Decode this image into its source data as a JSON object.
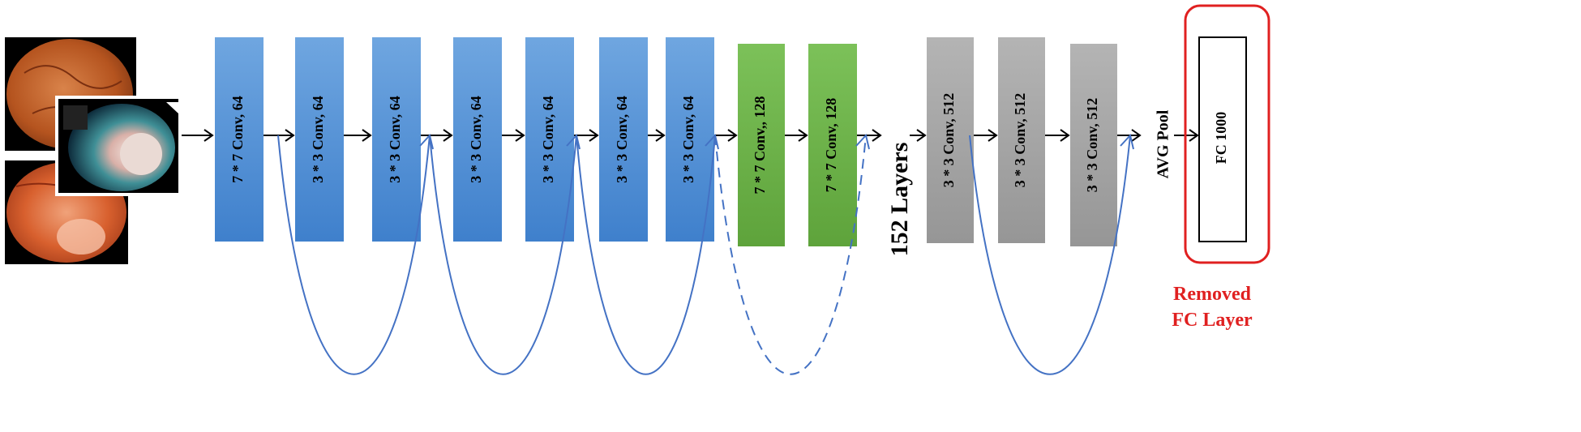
{
  "blocks": [
    {
      "label": "7 * 7 Conv, 64",
      "color": "#4a8ad2"
    },
    {
      "label": "3 * 3 Conv, 64",
      "color": "#4a8ad2"
    },
    {
      "label": "3 * 3 Conv, 64",
      "color": "#4a8ad2"
    },
    {
      "label": "3 * 3 Conv, 64",
      "color": "#4a8ad2"
    },
    {
      "label": "3 * 3 Conv, 64",
      "color": "#4a8ad2"
    },
    {
      "label": "3 * 3 Conv, 64",
      "color": "#4a8ad2"
    },
    {
      "label": "3 * 3 Conv, 64",
      "color": "#4a8ad2"
    },
    {
      "label": "7 * 7 Conv,, 128",
      "color": "#6aad45"
    },
    {
      "label": "7 * 7 Conv, 128",
      "color": "#6aad45"
    },
    {
      "label": "3 * 3 Conv, 512",
      "color": "#a6a6a6"
    },
    {
      "label": "3 * 3 Conv, 512",
      "color": "#a6a6a6"
    },
    {
      "label": "3 * 3 Conv, 512",
      "color": "#a6a6a6"
    }
  ],
  "layers_label": "152 Layers",
  "pool_label": "AVG Pool",
  "fc_label": "FC 1000",
  "removed_label_line1": "Removed",
  "removed_label_line2": "FC Layer",
  "colors": {
    "arrow": "#000000",
    "skip": "#4472c4",
    "removed": "#e02020",
    "removed_text": "#e02020"
  }
}
